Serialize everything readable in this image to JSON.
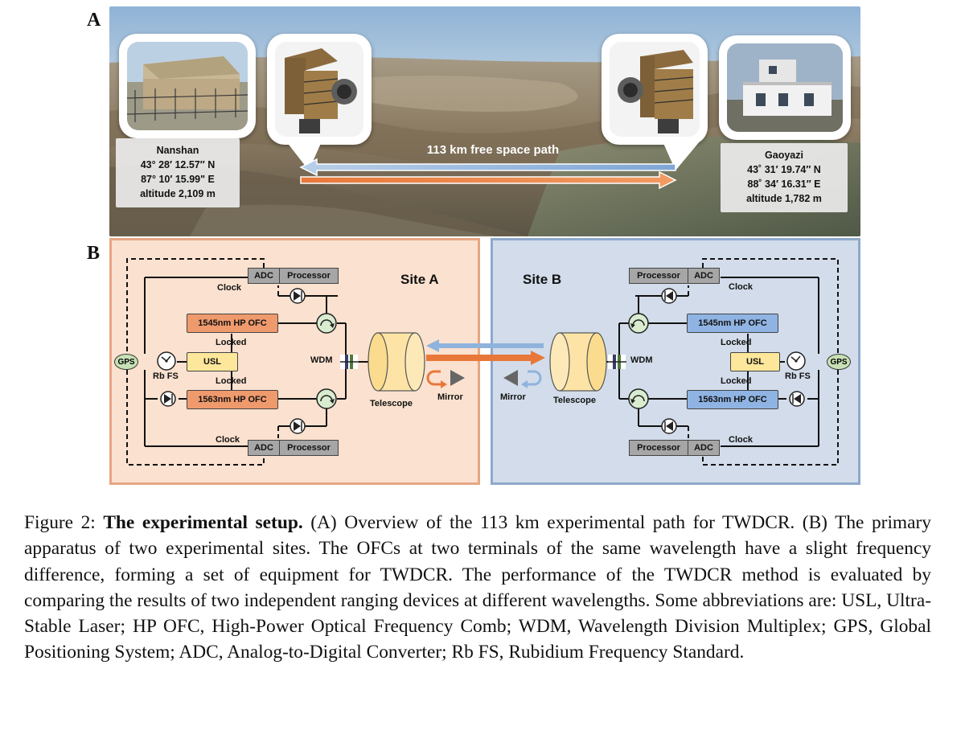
{
  "figure": {
    "panel_a_label": "A",
    "panel_b_label": "B"
  },
  "panel_a": {
    "path_label": "113 km free space path",
    "site_left": {
      "name": "Nanshan",
      "lat": "43° 28′ 12.57″ N",
      "lon": "87° 10′ 15.99\" E",
      "alt": "altitude 2,109 m"
    },
    "site_right": {
      "name": "Gaoyazi",
      "lat": "43˚ 31′ 19.74″ N",
      "lon": "88˚ 34′ 16.31″ E",
      "alt": "altitude 1,782 m"
    },
    "colors": {
      "blue_beam": "#8fb3dc",
      "orange_beam": "#e8783a"
    }
  },
  "panel_b": {
    "site_a": {
      "title": "Site A",
      "adc": "ADC",
      "processor": "Processor",
      "clock": "Clock",
      "ofc_top": "1545nm HP OFC",
      "ofc_bottom": "1563nm HP OFC",
      "usl": "USL",
      "locked": "Locked",
      "rb_fs": "Rb FS",
      "gps": "GPS",
      "wdm": "WDM",
      "telescope": "Telescope",
      "mirror": "Mirror"
    },
    "site_b": {
      "title": "Site B",
      "adc": "ADC",
      "processor": "Processor",
      "clock": "Clock",
      "ofc_top": "1545nm HP OFC",
      "ofc_bottom": "1563nm HP OFC",
      "usl": "USL",
      "locked": "Locked",
      "rb_fs": "Rb FS",
      "gps": "GPS",
      "wdm": "WDM",
      "telescope": "Telescope",
      "mirror": "Mirror"
    },
    "colors": {
      "site_a_bg": "#fbe1cf",
      "site_b_bg": "#d2dcea",
      "ofc_a": "#ef9a6d",
      "ofc_b": "#8fb4e3",
      "usl": "#fde79a",
      "gps": "#c7e0b6"
    }
  },
  "caption": {
    "prefix": "Figure 2: ",
    "bold": "The experimental setup.",
    "text": " (A) Overview of the 113 km experimental path for TWDCR. (B) The primary apparatus of two experimental sites. The OFCs at two terminals of the same wavelength have a slight frequency difference, forming a set of equipment for TWDCR. The performance of the TWDCR method is evaluated by comparing the results of two independent ranging devices at different wavelengths. Some abbreviations are: USL, Ultra-Stable Laser; HP OFC, High-Power Optical Frequency Comb; WDM, Wavelength Division Multiplex; GPS, Global Positioning System; ADC, Analog-to-Digital Converter; Rb FS, Rubidium Frequency Standard."
  }
}
